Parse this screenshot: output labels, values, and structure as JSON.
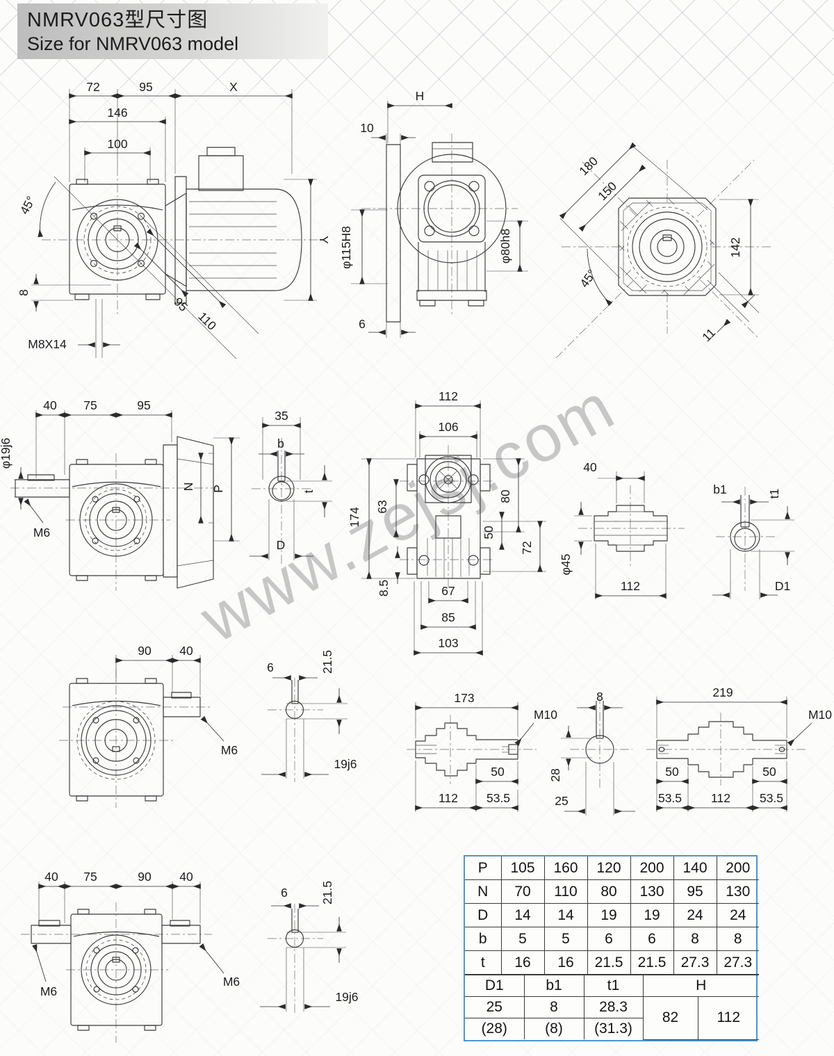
{
  "header": {
    "title_zh": "NMRV063型尺寸图",
    "title_en": "Size for NMRV063 model"
  },
  "watermark": {
    "text": "www.zejsj.com"
  },
  "colors": {
    "table_border": "#4d96d2",
    "drawing_line": "#3b3b3b"
  },
  "views": {
    "v1": {
      "labels": {
        "d72": "72",
        "d95": "95",
        "dX": "X",
        "d146": "146",
        "d100": "100",
        "a45": "45°",
        "d8": "8",
        "m8x14": "M8X14",
        "d95b": "95",
        "d110": "110",
        "dY": "Y"
      }
    },
    "v2": {
      "labels": {
        "dH": "H",
        "d10": "10",
        "d115": "φ115H8",
        "d80": "φ80h8",
        "d6": "6"
      }
    },
    "v3": {
      "labels": {
        "d180": "180",
        "d150": "150",
        "d142": "142",
        "a45": "45°",
        "d11": "11"
      }
    },
    "v4": {
      "labels": {
        "d40": "40",
        "d75": "75",
        "d95": "95",
        "d19j6": "φ19j6",
        "m6": "M6",
        "dN": "N",
        "dP": "P"
      }
    },
    "v5": {
      "labels": {
        "d35": "35",
        "db": "b",
        "dt": "t",
        "dD": "D"
      }
    },
    "v6": {
      "labels": {
        "d112": "112",
        "d106": "106",
        "d174": "174",
        "d63": "63",
        "d80": "80",
        "d50": "50",
        "d72": "72",
        "d8_5": "8.5",
        "d67": "67",
        "d85": "85",
        "d103": "103"
      }
    },
    "v7": {
      "labels": {
        "d40": "40",
        "d45": "φ45",
        "d112": "112"
      }
    },
    "v8": {
      "labels": {
        "b1": "b1",
        "t1": "t1",
        "D1": "D1"
      }
    },
    "v9": {
      "labels": {
        "d90": "90",
        "d40": "40",
        "m6": "M6"
      }
    },
    "v10": {
      "labels": {
        "d6": "6",
        "d21_5": "21.5",
        "d19j6": "19j6"
      }
    },
    "v11": {
      "labels": {
        "d173": "173",
        "m10": "M10",
        "d50": "50",
        "d112": "112",
        "d53_5": "53.5"
      }
    },
    "v12": {
      "labels": {
        "d8": "8",
        "d28": "28",
        "d25": "25"
      }
    },
    "v13": {
      "labels": {
        "d219": "219",
        "m10": "M10",
        "d50l": "50",
        "d50r": "50",
        "d53_5l": "53.5",
        "d112": "112",
        "d53_5r": "53.5"
      }
    },
    "v14": {
      "labels": {
        "d40l": "40",
        "d75": "75",
        "d90": "90",
        "d40r": "40",
        "m6l": "M6",
        "m6r": "M6"
      }
    },
    "v15": {
      "labels": {
        "d6": "6",
        "d21_5": "21.5",
        "d19j6": "19j6"
      }
    }
  },
  "table": {
    "main_rows": [
      {
        "label": "P",
        "values": [
          "105",
          "160",
          "120",
          "200",
          "140",
          "200"
        ]
      },
      {
        "label": "N",
        "values": [
          "70",
          "110",
          "80",
          "130",
          "95",
          "130"
        ]
      },
      {
        "label": "D",
        "values": [
          "14",
          "14",
          "19",
          "19",
          "24",
          "24"
        ]
      },
      {
        "label": "b",
        "values": [
          "5",
          "5",
          "6",
          "6",
          "8",
          "8"
        ]
      },
      {
        "label": "t",
        "values": [
          "16",
          "16",
          "21.5",
          "21.5",
          "27.3",
          "27.3"
        ]
      }
    ],
    "footer": {
      "headers": [
        "D1",
        "b1",
        "t1",
        "H"
      ],
      "row1": [
        "25",
        "8",
        "28.3"
      ],
      "row2": [
        "(28)",
        "(8)",
        "(31.3)"
      ],
      "h_values": [
        "82",
        "112"
      ]
    }
  }
}
